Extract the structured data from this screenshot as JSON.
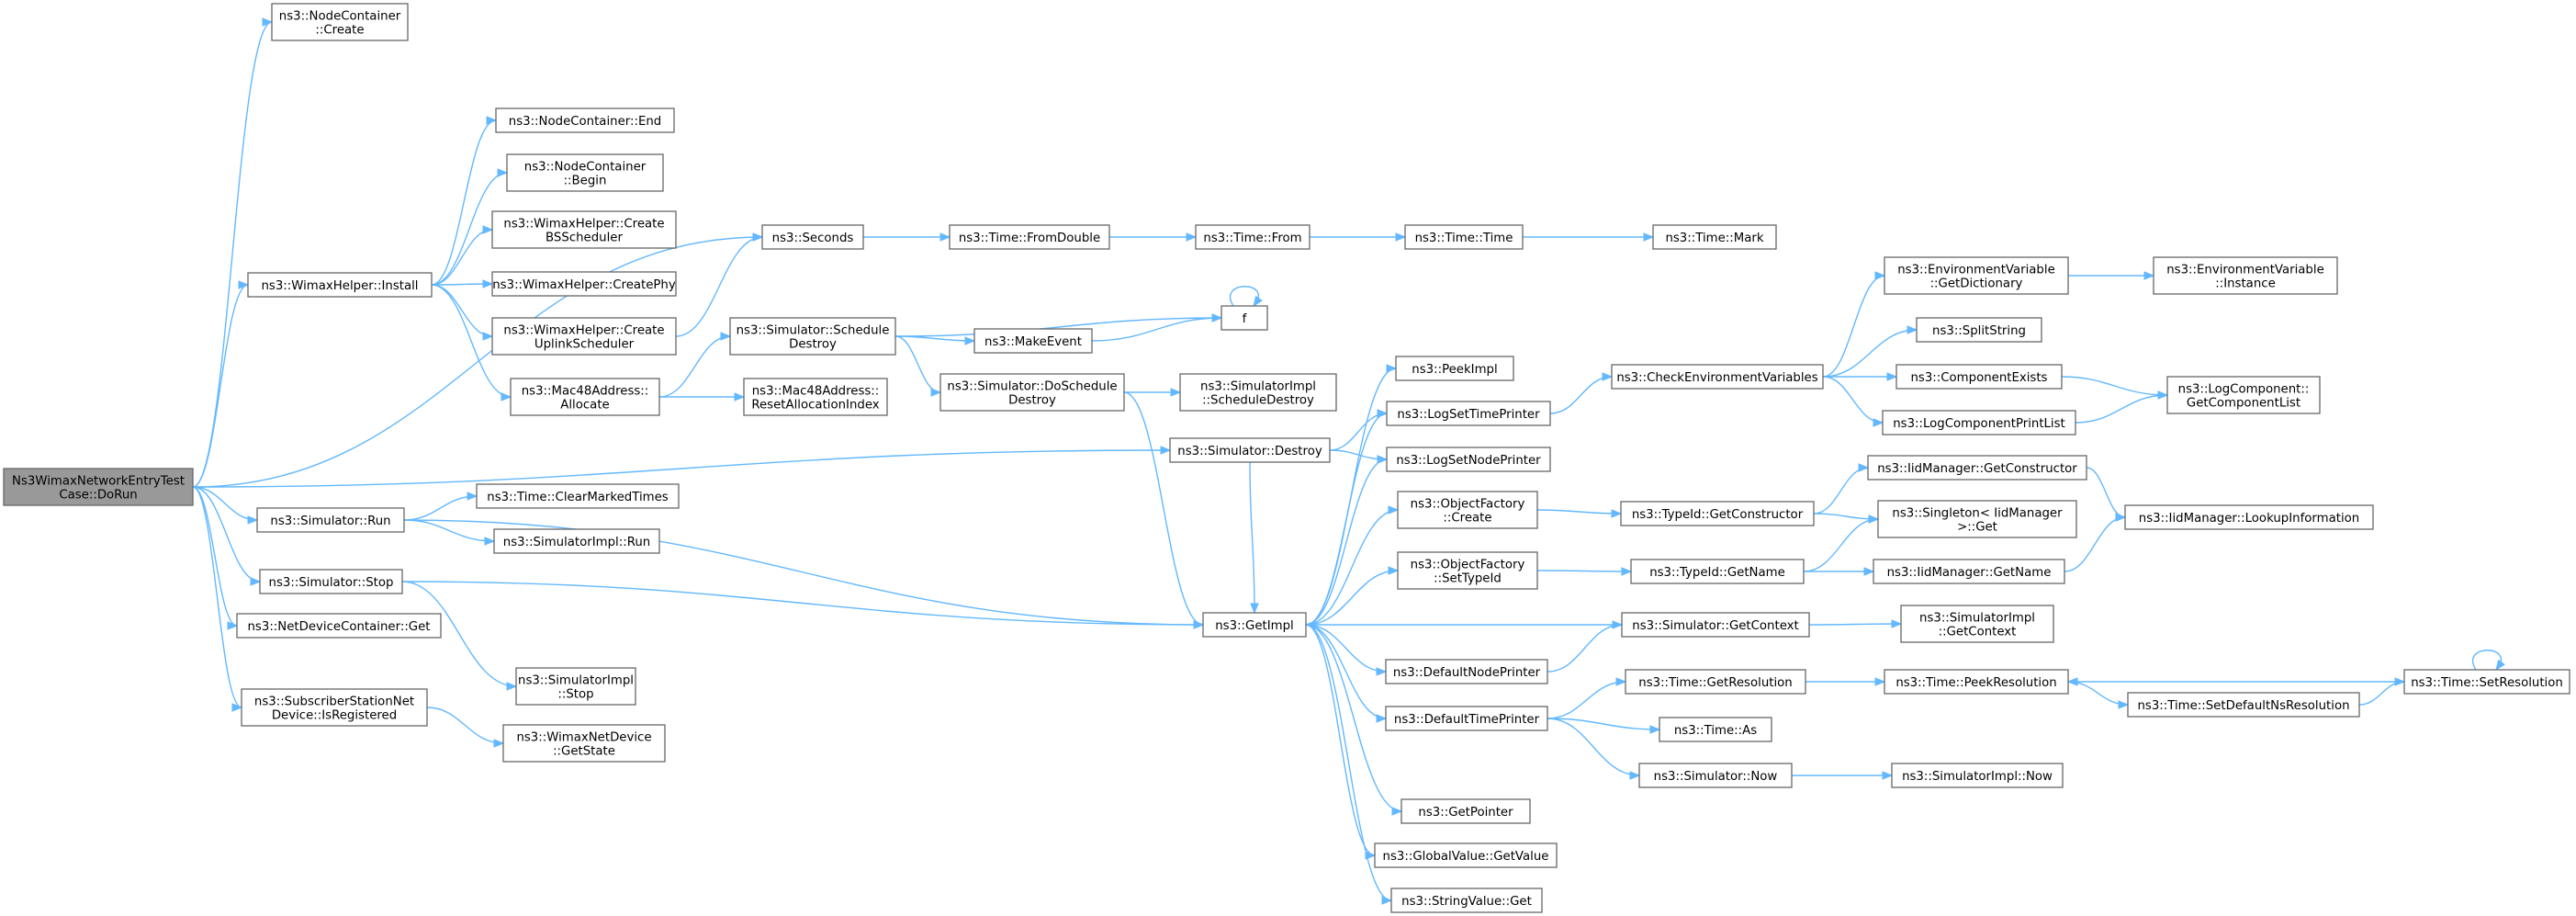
{
  "graph": {
    "edge_color": "#63b8ff",
    "node_border": "#666666",
    "root_fill": "#999999",
    "nodes": [
      {
        "id": "root",
        "lines": [
          "Ns3WimaxNetworkEntryTest",
          "Case::DoRun"
        ],
        "root": true
      },
      {
        "id": "nc_create",
        "lines": [
          "ns3::NodeContainer",
          "::Create"
        ]
      },
      {
        "id": "nc_end",
        "lines": [
          "ns3::NodeContainer::End"
        ]
      },
      {
        "id": "nc_begin",
        "lines": [
          "ns3::NodeContainer",
          "::Begin"
        ]
      },
      {
        "id": "wh_bss",
        "lines": [
          "ns3::WimaxHelper::Create",
          "BSScheduler"
        ]
      },
      {
        "id": "wh_phy",
        "lines": [
          "ns3::WimaxHelper::CreatePhy"
        ]
      },
      {
        "id": "wh_uss",
        "lines": [
          "ns3::WimaxHelper::Create",
          "UplinkScheduler"
        ]
      },
      {
        "id": "wh_install",
        "lines": [
          "ns3::WimaxHelper::Install"
        ]
      },
      {
        "id": "mac_alloc",
        "lines": [
          "ns3::Mac48Address::",
          "Allocate"
        ]
      },
      {
        "id": "mac_reset",
        "lines": [
          "ns3::Mac48Address::",
          "ResetAllocationIndex"
        ]
      },
      {
        "id": "seconds",
        "lines": [
          "ns3::Seconds"
        ]
      },
      {
        "id": "fromdouble",
        "lines": [
          "ns3::Time::FromDouble"
        ]
      },
      {
        "id": "from",
        "lines": [
          "ns3::Time::From"
        ]
      },
      {
        "id": "time",
        "lines": [
          "ns3::Time::Time"
        ]
      },
      {
        "id": "mark",
        "lines": [
          "ns3::Time::Mark"
        ]
      },
      {
        "id": "sched_destroy",
        "lines": [
          "ns3::Simulator::Schedule",
          "Destroy"
        ]
      },
      {
        "id": "makeevent",
        "lines": [
          "ns3::MakeEvent"
        ]
      },
      {
        "id": "f",
        "lines": [
          "f"
        ]
      },
      {
        "id": "do_sched_destroy",
        "lines": [
          "ns3::Simulator::DoSchedule",
          "Destroy"
        ]
      },
      {
        "id": "simimpl_sd",
        "lines": [
          "ns3::SimulatorImpl",
          "::ScheduleDestroy"
        ]
      },
      {
        "id": "sim_destroy",
        "lines": [
          "ns3::Simulator::Destroy"
        ]
      },
      {
        "id": "sim_run",
        "lines": [
          "ns3::Simulator::Run"
        ]
      },
      {
        "id": "clear_marked",
        "lines": [
          "ns3::Time::ClearMarkedTimes"
        ]
      },
      {
        "id": "simimpl_run",
        "lines": [
          "ns3::SimulatorImpl::Run"
        ]
      },
      {
        "id": "sim_stop",
        "lines": [
          "ns3::Simulator::Stop"
        ]
      },
      {
        "id": "simimpl_stop",
        "lines": [
          "ns3::SimulatorImpl",
          "::Stop"
        ]
      },
      {
        "id": "ndc_get",
        "lines": [
          "ns3::NetDeviceContainer::Get"
        ]
      },
      {
        "id": "ssnd_isreg",
        "lines": [
          "ns3::SubscriberStationNet",
          "Device::IsRegistered"
        ]
      },
      {
        "id": "wnd_getstate",
        "lines": [
          "ns3::WimaxNetDevice",
          "::GetState"
        ]
      },
      {
        "id": "getimpl",
        "lines": [
          "ns3::GetImpl"
        ]
      },
      {
        "id": "peekimpl",
        "lines": [
          "ns3::PeekImpl"
        ]
      },
      {
        "id": "logsettime",
        "lines": [
          "ns3::LogSetTimePrinter"
        ]
      },
      {
        "id": "logsetnode",
        "lines": [
          "ns3::LogSetNodePrinter"
        ]
      },
      {
        "id": "of_create",
        "lines": [
          "ns3::ObjectFactory",
          "::Create"
        ]
      },
      {
        "id": "of_settypeid",
        "lines": [
          "ns3::ObjectFactory",
          "::SetTypeId"
        ]
      },
      {
        "id": "defnode",
        "lines": [
          "ns3::DefaultNodePrinter"
        ]
      },
      {
        "id": "deftime",
        "lines": [
          "ns3::DefaultTimePrinter"
        ]
      },
      {
        "id": "getpointer",
        "lines": [
          "ns3::GetPointer"
        ]
      },
      {
        "id": "gv_getvalue",
        "lines": [
          "ns3::GlobalValue::GetValue"
        ]
      },
      {
        "id": "sv_get",
        "lines": [
          "ns3::StringValue::Get"
        ]
      },
      {
        "id": "check_env",
        "lines": [
          "ns3::CheckEnvironmentVariables"
        ]
      },
      {
        "id": "env_getdict",
        "lines": [
          "ns3::EnvironmentVariable",
          "::GetDictionary"
        ]
      },
      {
        "id": "env_instance",
        "lines": [
          "ns3::EnvironmentVariable",
          "::Instance"
        ]
      },
      {
        "id": "splitstring",
        "lines": [
          "ns3::SplitString"
        ]
      },
      {
        "id": "compexists",
        "lines": [
          "ns3::ComponentExists"
        ]
      },
      {
        "id": "logcompprint",
        "lines": [
          "ns3::LogComponentPrintList"
        ]
      },
      {
        "id": "logcomp_getlist",
        "lines": [
          "ns3::LogComponent::",
          "GetComponentList"
        ]
      },
      {
        "id": "typeid_getctor",
        "lines": [
          "ns3::TypeId::GetConstructor"
        ]
      },
      {
        "id": "iid_getctor",
        "lines": [
          "ns3::IidManager::GetConstructor"
        ]
      },
      {
        "id": "singleton_get",
        "lines": [
          "ns3::Singleton< IidManager",
          ">::Get"
        ]
      },
      {
        "id": "iid_lookup",
        "lines": [
          "ns3::IidManager::LookupInformation"
        ]
      },
      {
        "id": "typeid_getname",
        "lines": [
          "ns3::TypeId::GetName"
        ]
      },
      {
        "id": "iid_getname",
        "lines": [
          "ns3::IidManager::GetName"
        ]
      },
      {
        "id": "sim_getcontext",
        "lines": [
          "ns3::Simulator::GetContext"
        ]
      },
      {
        "id": "simimpl_getcontext",
        "lines": [
          "ns3::SimulatorImpl",
          "::GetContext"
        ]
      },
      {
        "id": "time_getres",
        "lines": [
          "ns3::Time::GetResolution"
        ]
      },
      {
        "id": "time_peekres",
        "lines": [
          "ns3::Time::PeekResolution"
        ]
      },
      {
        "id": "time_setres",
        "lines": [
          "ns3::Time::SetResolution"
        ]
      },
      {
        "id": "time_setdefns",
        "lines": [
          "ns3::Time::SetDefaultNsResolution"
        ]
      },
      {
        "id": "time_as",
        "lines": [
          "ns3::Time::As"
        ]
      },
      {
        "id": "sim_now",
        "lines": [
          "ns3::Simulator::Now"
        ]
      },
      {
        "id": "simimpl_now",
        "lines": [
          "ns3::SimulatorImpl::Now"
        ]
      }
    ],
    "edges": [
      [
        "root",
        "nc_create"
      ],
      [
        "root",
        "seconds"
      ],
      [
        "root",
        "wh_install"
      ],
      [
        "root",
        "sim_destroy"
      ],
      [
        "root",
        "sim_run"
      ],
      [
        "root",
        "sim_stop"
      ],
      [
        "root",
        "ndc_get"
      ],
      [
        "root",
        "ssnd_isreg"
      ],
      [
        "wh_install",
        "nc_end"
      ],
      [
        "wh_install",
        "nc_begin"
      ],
      [
        "wh_install",
        "wh_bss"
      ],
      [
        "wh_install",
        "wh_phy"
      ],
      [
        "wh_install",
        "wh_uss"
      ],
      [
        "wh_install",
        "mac_alloc"
      ],
      [
        "wh_uss",
        "seconds"
      ],
      [
        "mac_alloc",
        "sched_destroy"
      ],
      [
        "mac_alloc",
        "mac_reset"
      ],
      [
        "seconds",
        "fromdouble"
      ],
      [
        "fromdouble",
        "from"
      ],
      [
        "from",
        "time"
      ],
      [
        "time",
        "mark"
      ],
      [
        "sched_destroy",
        "makeevent"
      ],
      [
        "sched_destroy",
        "f"
      ],
      [
        "sched_destroy",
        "do_sched_destroy"
      ],
      [
        "makeevent",
        "f"
      ],
      [
        "f",
        "f"
      ],
      [
        "do_sched_destroy",
        "simimpl_sd"
      ],
      [
        "do_sched_destroy",
        "getimpl"
      ],
      [
        "sim_destroy",
        "getimpl"
      ],
      [
        "sim_destroy",
        "logsettime"
      ],
      [
        "sim_destroy",
        "logsetnode"
      ],
      [
        "sim_run",
        "clear_marked"
      ],
      [
        "sim_run",
        "simimpl_run"
      ],
      [
        "sim_run",
        "getimpl"
      ],
      [
        "sim_stop",
        "simimpl_stop"
      ],
      [
        "sim_stop",
        "getimpl"
      ],
      [
        "ssnd_isreg",
        "wnd_getstate"
      ],
      [
        "getimpl",
        "peekimpl"
      ],
      [
        "getimpl",
        "logsettime"
      ],
      [
        "getimpl",
        "logsetnode"
      ],
      [
        "getimpl",
        "of_create"
      ],
      [
        "getimpl",
        "of_settypeid"
      ],
      [
        "getimpl",
        "defnode"
      ],
      [
        "getimpl",
        "deftime"
      ],
      [
        "getimpl",
        "getpointer"
      ],
      [
        "getimpl",
        "gv_getvalue"
      ],
      [
        "getimpl",
        "sv_get"
      ],
      [
        "sim_getcontext",
        "getimpl"
      ],
      [
        "logsettime",
        "check_env"
      ],
      [
        "check_env",
        "env_getdict"
      ],
      [
        "check_env",
        "splitstring"
      ],
      [
        "check_env",
        "compexists"
      ],
      [
        "check_env",
        "logcompprint"
      ],
      [
        "env_getdict",
        "env_instance"
      ],
      [
        "compexists",
        "logcomp_getlist"
      ],
      [
        "logcompprint",
        "logcomp_getlist"
      ],
      [
        "of_create",
        "typeid_getctor"
      ],
      [
        "typeid_getctor",
        "iid_getctor"
      ],
      [
        "typeid_getctor",
        "singleton_get"
      ],
      [
        "iid_getctor",
        "iid_lookup"
      ],
      [
        "of_settypeid",
        "typeid_getname"
      ],
      [
        "typeid_getname",
        "singleton_get"
      ],
      [
        "typeid_getname",
        "iid_getname"
      ],
      [
        "iid_getname",
        "iid_lookup"
      ],
      [
        "defnode",
        "sim_getcontext"
      ],
      [
        "sim_getcontext",
        "simimpl_getcontext"
      ],
      [
        "deftime",
        "time_getres"
      ],
      [
        "deftime",
        "time_as"
      ],
      [
        "deftime",
        "sim_now"
      ],
      [
        "time_getres",
        "time_peekres"
      ],
      [
        "time_peekres",
        "time_setdefns"
      ],
      [
        "time_setdefns",
        "time_setres"
      ],
      [
        "time_setres",
        "time_peekres"
      ],
      [
        "time_setres",
        "time_setres"
      ],
      [
        "sim_now",
        "simimpl_now"
      ]
    ]
  }
}
